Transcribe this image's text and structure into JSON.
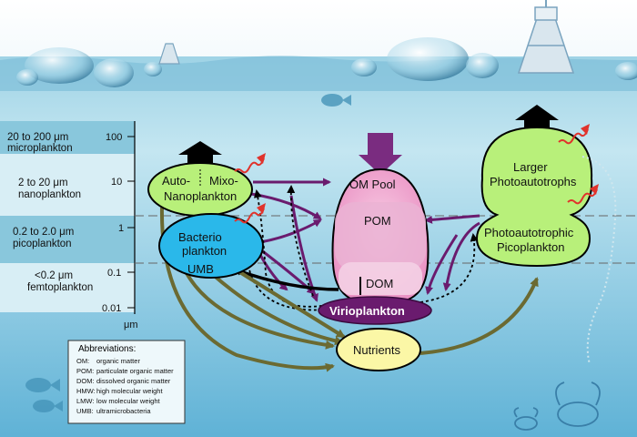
{
  "size_classes": [
    {
      "range": "20 to 200 μm",
      "name": "microplankton"
    },
    {
      "range": "2 to 20 μm",
      "name": "nanoplankton"
    },
    {
      "range": "0.2 to 2.0 μm",
      "name": "picoplankton"
    },
    {
      "range": "<0.2 μm",
      "name": "femtoplankton"
    }
  ],
  "scale_ticks": [
    "100",
    "10",
    "1",
    "0.1",
    "0.01"
  ],
  "scale_unit": "μm",
  "nodes": {
    "auto": "Auto-",
    "nano": "Nanoplankton",
    "mixo": "Mixo-",
    "bacterio": "Bacterio",
    "plankton": "plankton",
    "umb": "UMB",
    "om_pool": "OM Pool",
    "pom": "POM",
    "dom": "DOM",
    "virioplankton": "Virioplankton",
    "nutrients": "Nutrients",
    "larger1": "Larger",
    "larger2": "Photoautotrophs",
    "pico1": "Photoautotrophic",
    "pico2": "Picoplankton"
  },
  "abbreviations": {
    "title": "Abbreviations:",
    "items": [
      {
        "key": "OM:",
        "text": "organic matter"
      },
      {
        "key": "POM:",
        "text": "particulate organic matter"
      },
      {
        "key": "DOM:",
        "text": "dissolved organic matter"
      },
      {
        "key": "HMW:",
        "text": "high molecular weight"
      },
      {
        "key": "LMW:",
        "text": "low molecular weight"
      },
      {
        "key": "UMB:",
        "text": "ultramicrobacteria"
      }
    ]
  },
  "colors": {
    "flow_purple": "#6a1b6e",
    "flow_olive": "#6b6a32",
    "nano_fill": "#b8f07a",
    "bacterio_fill": "#2ab8ea",
    "om_fill": "#f0a8cf",
    "virio_fill": "#6a1b6e",
    "nutrients_fill": "#fbf7a6",
    "water_top": "#bfe2ee",
    "water_bottom": "#5fb6d8"
  },
  "icons": [
    "light-arrow-icon",
    "fish-icon",
    "crab-icon",
    "buoy-icon",
    "bubble-icon"
  ]
}
